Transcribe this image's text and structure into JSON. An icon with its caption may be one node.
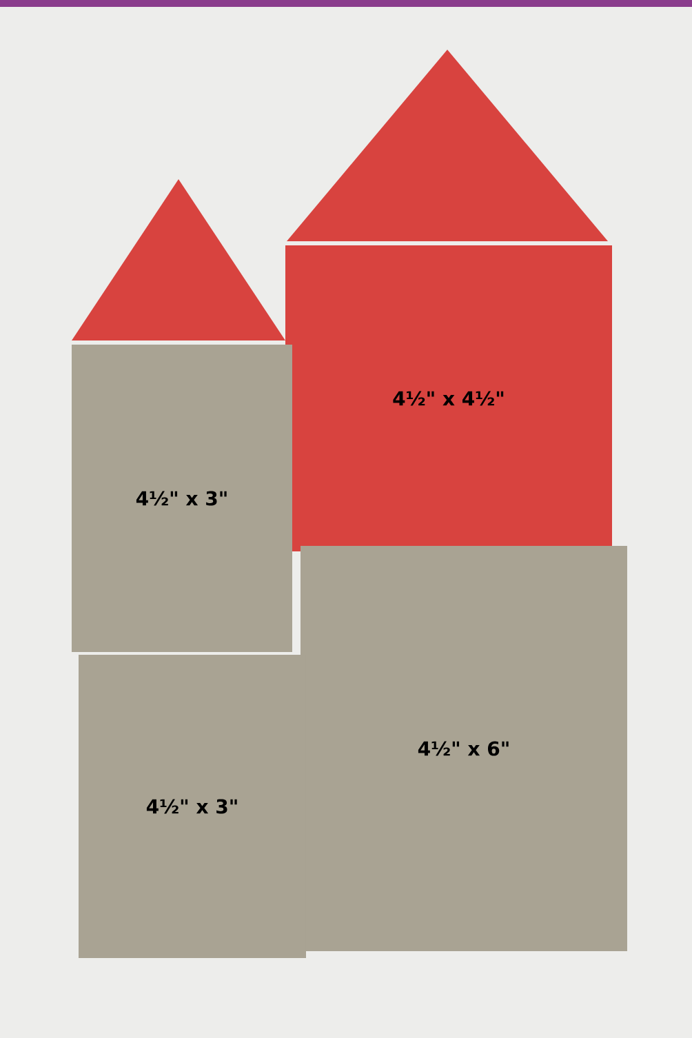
{
  "diagram": {
    "nodes": [
      {
        "text": [],
        "shape": "triangle"
      },
      {
        "text": [],
        "shape": "triangle"
      },
      {
        "text": [
          "4½\" x 4½\""
        ]
      },
      {
        "text": [
          "4½\" x 3\""
        ]
      },
      {
        "text": [
          "4½\" x 6\""
        ]
      },
      {
        "text": [
          "4½\" x 3\""
        ]
      }
    ]
  }
}
